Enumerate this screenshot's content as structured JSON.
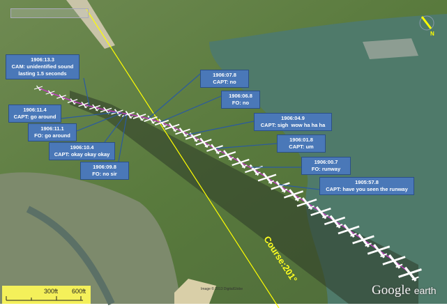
{
  "map": {
    "course_label": "Course:201°",
    "scale": {
      "labels": [
        "300ft",
        "600ft"
      ]
    },
    "logo": {
      "main": "Google",
      "sub": "earth"
    },
    "imagery_credit": "Image © 2013 DigitalGlobe",
    "compass": "north-arrow-icon",
    "colors": {
      "callout": "#4a78b8",
      "course_line": "#ffff00",
      "track": "#c040c0"
    }
  },
  "callouts": [
    {
      "time": "1906:13.3",
      "text": "CAM: unidentified sound",
      "text2": "lasting 1.5 seconds"
    },
    {
      "time": "1906:11.4",
      "text": "CAPT: go around"
    },
    {
      "time": "1906:11.1",
      "text": "FO: go around"
    },
    {
      "time": "1906:10.4",
      "text": "CAPT: okay okay okay"
    },
    {
      "time": "1906:09.8",
      "text": "FO: no sir"
    },
    {
      "time": "1906:07.8",
      "text": "CAPT: no"
    },
    {
      "time": "1906:06.8",
      "text": "FO: no"
    },
    {
      "time": "1906:04.9",
      "text": "CAPT: sigh  wow ha ha ha"
    },
    {
      "time": "1906:01.8",
      "text": "CAPT: um"
    },
    {
      "time": "1906:00.7",
      "text": "FO: runway"
    },
    {
      "time": "1905:57.8",
      "text": "CAPT: have you seen the runway"
    }
  ]
}
